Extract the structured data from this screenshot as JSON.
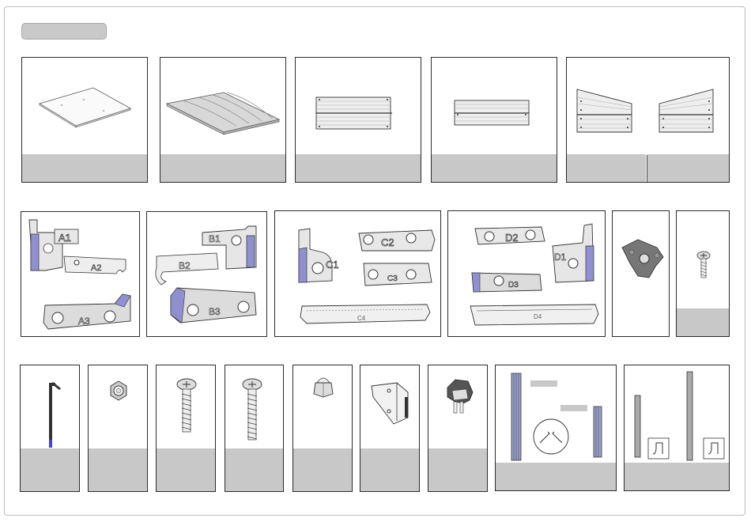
{
  "header": {
    "title": ""
  },
  "row1": [
    {
      "caption": ""
    },
    {
      "caption": ""
    },
    {
      "caption": ""
    },
    {
      "caption": ""
    },
    {
      "caption_left": "",
      "caption_right": ""
    }
  ],
  "row2": {
    "a_labels": [
      "A1",
      "A2",
      "A3"
    ],
    "b_labels": [
      "B1",
      "B2",
      "B3"
    ],
    "c_labels": [
      "C1",
      "C2",
      "C3",
      "C4"
    ],
    "d_labels": [
      "D2",
      "D1",
      "D3",
      "D4"
    ],
    "knob_caption": "",
    "screw_caption": ""
  },
  "row3": {
    "captions": [
      "",
      "",
      "",
      "",
      "",
      "",
      ""
    ],
    "pole_caption": "",
    "rod_caption": "",
    "pole_tags": [
      "",
      ""
    ]
  }
}
